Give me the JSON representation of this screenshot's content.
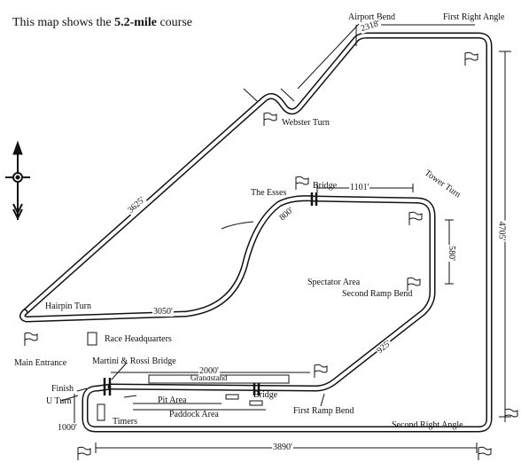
{
  "title": {
    "prefix": "This map shows the ",
    "bold": "5.2-mile",
    "suffix": " course"
  },
  "labels": {
    "airport_bend": "Airport Bend",
    "first_right_angle": "First Right Angle",
    "webster_turn": "Webster Turn",
    "the_esses": "The Esses",
    "bridge_top": "Bridge",
    "tower_turn": "Tower Turn",
    "spectator_area": "Spectator Area",
    "second_ramp_bend": "Second Ramp Bend",
    "hairpin_turn": "Hairpin Turn",
    "race_headquarters": "Race Headquarters",
    "main_entrance": "Main Entrance",
    "martini_rossi_bridge": "Martini & Rossi Bridge",
    "finish": "Finish",
    "u_turn": "U Turn",
    "grandstand": "Grandstand",
    "bridge_bottom": "Bridge",
    "pit_area": "Pit Area",
    "paddock_area": "Paddock Area",
    "timers": "Timers",
    "first_ramp_bend": "First Ramp Bend",
    "second_right_angle": "Second Right Angle"
  },
  "distances": {
    "d2318": "2318'",
    "d3625": "3625'",
    "d4705": "4705'",
    "d1101": "1101'",
    "d800": "800'",
    "d580": "580'",
    "d3050": "3050'",
    "d925": "925'",
    "d2000": "2000'",
    "d1000": "1000'",
    "d3890": "3890'"
  },
  "icons": {
    "compass": "compass-rose-icon",
    "flag": "checkered-flag-icon"
  }
}
